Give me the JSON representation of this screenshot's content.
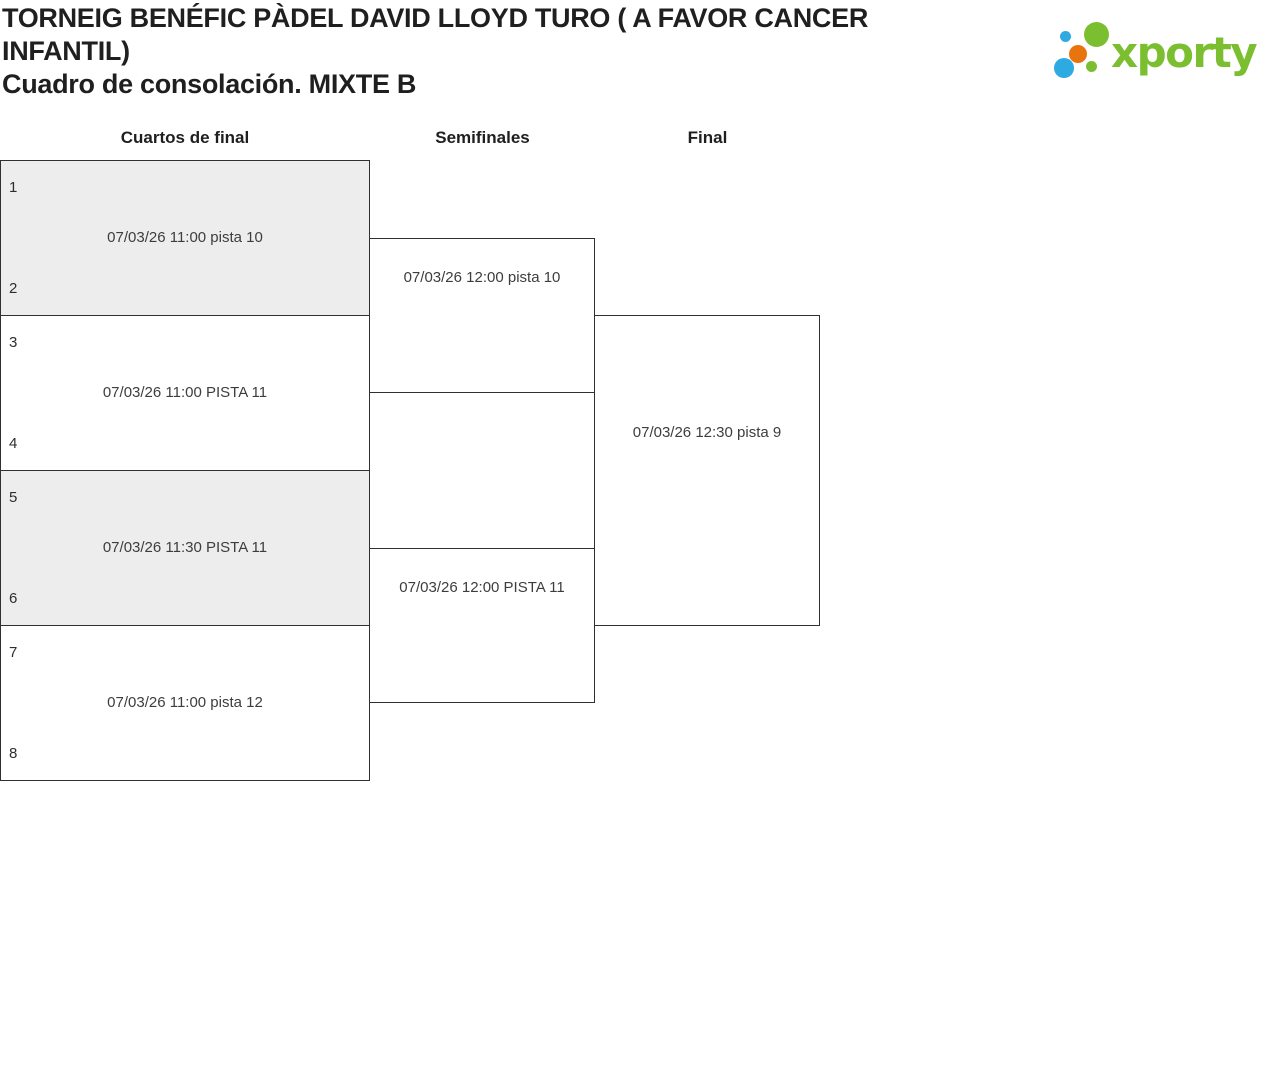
{
  "header": {
    "title_line1": "TORNEIG BENÉFIC PÀDEL DAVID LLOYD TURO ( A FAVOR CANCER",
    "title_line2": "INFANTIL)",
    "subtitle": "Cuadro de consolación. MIXTE B"
  },
  "logo": {
    "text": "xporty",
    "colors": {
      "green": "#7bbf31",
      "blue": "#2daae1",
      "orange": "#e87410"
    }
  },
  "bracket": {
    "rounds": [
      {
        "label": "Cuartos de final"
      },
      {
        "label": "Semifinales"
      },
      {
        "label": "Final"
      }
    ],
    "matches": {
      "qf1": {
        "seed_top": "1",
        "seed_bottom": "2",
        "schedule": "07/03/26 11:00 pista 10"
      },
      "qf2": {
        "seed_top": "3",
        "seed_bottom": "4",
        "schedule": "07/03/26 11:00 PISTA 11"
      },
      "qf3": {
        "seed_top": "5",
        "seed_bottom": "6",
        "schedule": "07/03/26 11:30 PISTA 11"
      },
      "qf4": {
        "seed_top": "7",
        "seed_bottom": "8",
        "schedule": "07/03/26 11:00 pista 12"
      },
      "sf1": {
        "schedule": "07/03/26 12:00 pista 10"
      },
      "sf2": {
        "schedule": "07/03/26 12:00 PISTA 11"
      },
      "final": {
        "schedule": "07/03/26 12:30 pista 9"
      }
    },
    "styles": {
      "shaded_box_fill": "#ededed",
      "box_border": "#303030",
      "text_color": "#3d3d3d"
    }
  }
}
